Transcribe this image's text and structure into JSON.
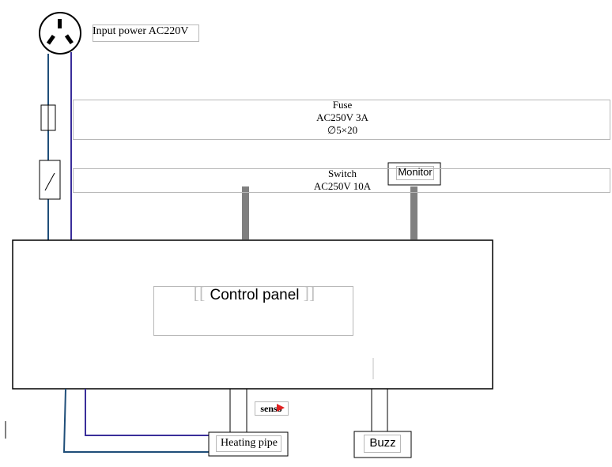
{
  "input_power": "Input power AC220V",
  "fuse": {
    "line1": "Fuse",
    "line2": "AC250V 3A",
    "line3": "∅5×20"
  },
  "switch": {
    "line1": "Switch",
    "line2": "AC250V 10A"
  },
  "monitor": "Monitor",
  "control_panel": "Control panel",
  "sensor": "senso",
  "heating_pipe": "Heating pipe",
  "buzz": "Buzz",
  "colors": {
    "wire_dark": "#1f4e79",
    "wire_purple": "#3a2e9a",
    "connector": "#808080",
    "arrow": "#e02020"
  }
}
